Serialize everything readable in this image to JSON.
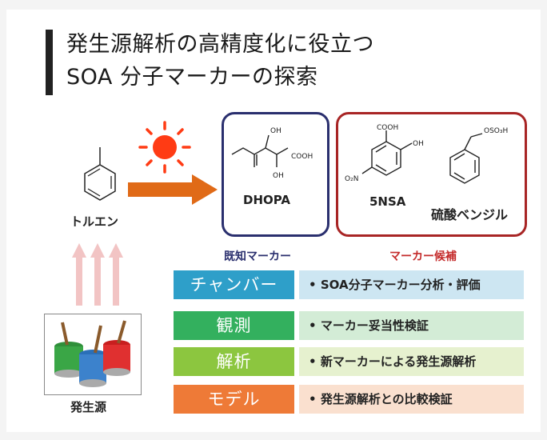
{
  "title": {
    "line1": "発生源解析の高精度化に役立つ",
    "line2": "SOA 分子マーカーの探索"
  },
  "toluene": {
    "label": "トルエン"
  },
  "source": {
    "label": "発生源"
  },
  "known_marker": {
    "compound": "DHOPA",
    "group_label": "既知マーカー",
    "atoms": {
      "oh1": "OH",
      "cooh": "COOH",
      "oh2": "OH"
    }
  },
  "candidate_markers": {
    "group_label": "マーカー候補",
    "compound1": "5NSA",
    "compound2": "硫酸ベンジル",
    "atoms": {
      "cooh": "COOH",
      "oh": "OH",
      "o2n": "O₂N",
      "oso3h": "OSO₃H"
    }
  },
  "rows": [
    {
      "label": "チャンバー",
      "desc": "SOA分子マーカー分析・評価",
      "color": "#2e9fc9",
      "bg": "#cde6f2"
    },
    {
      "label": "観測",
      "desc": "マーカー妥当性検証",
      "color": "#33b05e",
      "bg": "#d3ecd6"
    },
    {
      "label": "解析",
      "desc": "新マーカーによる発生源解析",
      "color": "#8cc63f",
      "bg": "#e6f1cf"
    },
    {
      "label": "モデル",
      "desc": "発生源解析との比較検証",
      "color": "#ee7a37",
      "bg": "#fae0cf"
    }
  ],
  "colors": {
    "known_border": "#2a2f6e",
    "candidate_border": "#a82525",
    "sun": "#ff3b14",
    "reaction_arrow": "#e06a17",
    "emission_arrow": "#f2c4c4"
  }
}
